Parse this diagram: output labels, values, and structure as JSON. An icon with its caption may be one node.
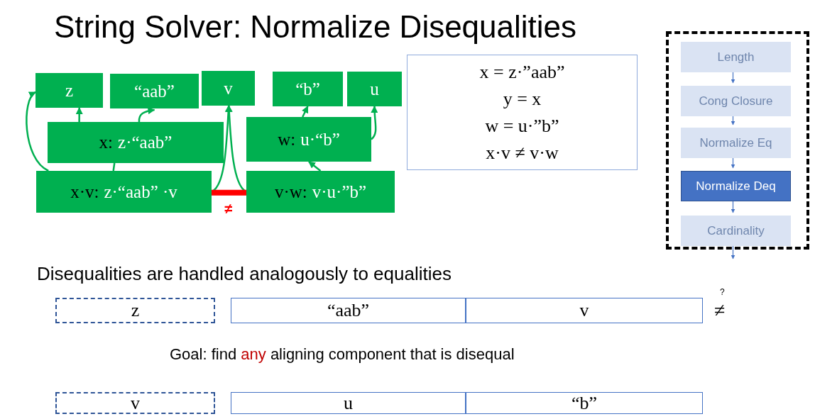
{
  "diagram": {
    "title": "String Solver: Normalize Disequalities",
    "nodes": [
      {
        "text": [
          "z"
        ]
      },
      {
        "text": [
          "“aab”"
        ]
      },
      {
        "text": [
          "v"
        ]
      },
      {
        "text": [
          "“b”"
        ]
      },
      {
        "text": [
          "u"
        ]
      },
      {
        "text": [
          "x:",
          "z·“aab”"
        ]
      },
      {
        "text": [
          "w:",
          "u·“b”"
        ]
      },
      {
        "text": [
          "x·v:",
          "z·“aab” ·v"
        ]
      },
      {
        "text": [
          "v·w:",
          "v·u·”b”"
        ]
      },
      {
        "text": [
          "x = z·”aab”",
          "y = x",
          "w = u·”b”",
          "x·v ≠ v·w"
        ]
      },
      {
        "text": [],
        "shape": "box"
      },
      {
        "text": [
          "Length"
        ],
        "in": 10
      },
      {
        "text": [
          "Cong Closure"
        ],
        "in": 10
      },
      {
        "text": [
          "Normalize Eq"
        ],
        "in": 10
      },
      {
        "text": [
          "Normalize Deq"
        ],
        "in": 10
      },
      {
        "text": [
          "Cardinality"
        ],
        "in": 10
      },
      {
        "text": [
          "z"
        ]
      },
      {
        "text": [
          "“aab”"
        ]
      },
      {
        "text": [
          "v"
        ]
      },
      {
        "text": [
          "v"
        ]
      },
      {
        "text": [
          "u"
        ]
      },
      {
        "text": [
          "“b”"
        ]
      }
    ],
    "edges": [
      {
        "from": 5,
        "to": 0,
        "arrow": "to"
      },
      {
        "from": 5,
        "to": 1,
        "arrow": "to"
      },
      {
        "from": 7,
        "to": 0,
        "arrow": "to"
      },
      {
        "from": 7,
        "to": 5,
        "arrow": "none"
      },
      {
        "from": 7,
        "to": 2,
        "arrow": "to"
      },
      {
        "from": 8,
        "to": 2,
        "arrow": "to"
      },
      {
        "from": 8,
        "to": 6,
        "arrow": "to"
      },
      {
        "from": 6,
        "to": 3,
        "arrow": "to"
      },
      {
        "from": 6,
        "to": 4,
        "arrow": "to"
      },
      {
        "from": 7,
        "to": 8,
        "arrow": "none",
        "label": "≠",
        "style": "thick",
        "color": "#ff0000"
      },
      {
        "from": 11,
        "to": 12,
        "arrow": "to",
        "color": "#4472c4"
      },
      {
        "from": 12,
        "to": 13,
        "arrow": "to",
        "color": "#4472c4"
      },
      {
        "from": 13,
        "to": 14,
        "arrow": "to",
        "color": "#4472c4"
      },
      {
        "from": 14,
        "to": 15,
        "arrow": "to",
        "color": "#4472c4"
      },
      {
        "from": 15,
        "to": null,
        "arrow": "to",
        "color": "#4472c4"
      }
    ],
    "labels": [
      "Disequalities are handled analogously to equalities",
      "?",
      "≠",
      "Goal: find *any* aligning component that is disequal"
    ]
  }
}
